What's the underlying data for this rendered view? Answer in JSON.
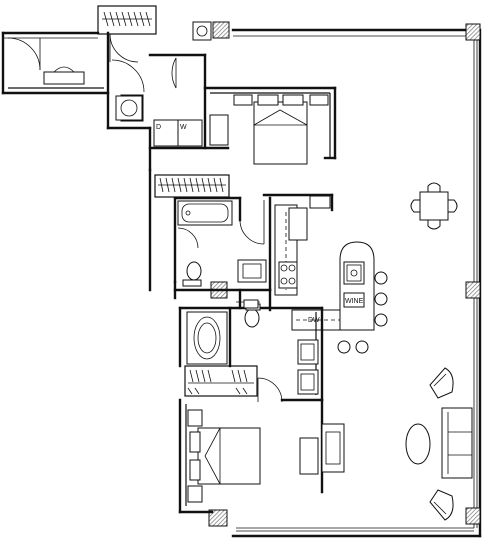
{
  "plan": {
    "labels": {
      "dryer": "D",
      "washer": "W",
      "dw": "DW",
      "wine": "WINE"
    }
  }
}
